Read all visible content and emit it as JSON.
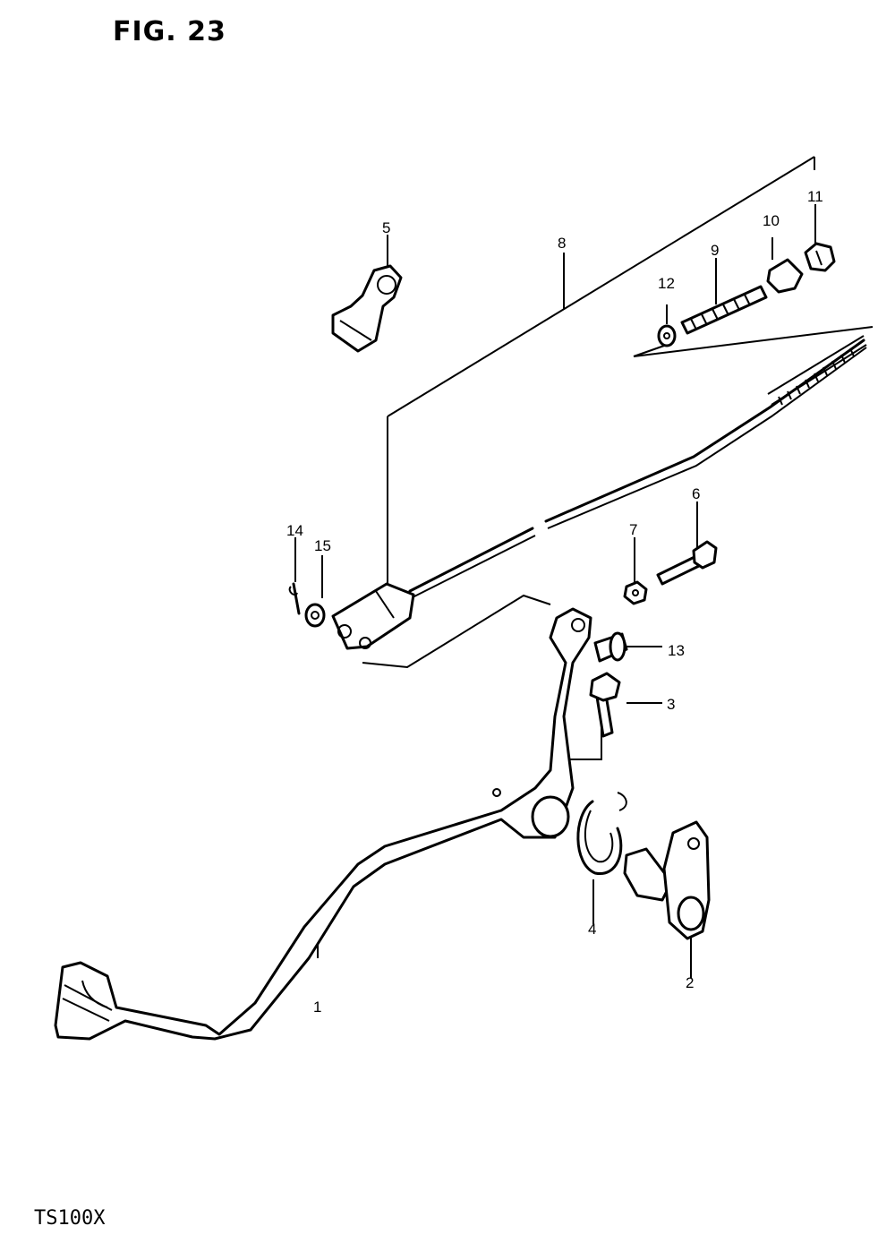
{
  "figure": {
    "title": "FIG. 23",
    "model_code": "TS100X"
  },
  "callouts": [
    "1",
    "2",
    "3",
    "4",
    "5",
    "6",
    "7",
    "8",
    "9",
    "10",
    "11",
    "12",
    "13",
    "14",
    "15"
  ],
  "colors": {
    "ink": "#000000",
    "paper": "#ffffff"
  }
}
